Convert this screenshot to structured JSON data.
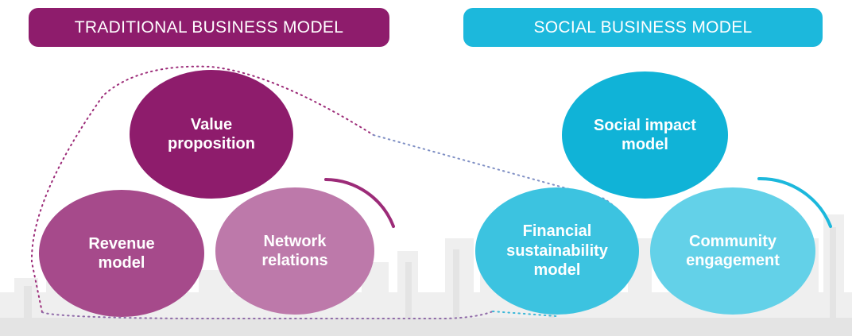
{
  "traditional": {
    "header": "TRADITIONAL BUSINESS MODEL",
    "circles": {
      "value": {
        "line1": "Value",
        "line2": "proposition"
      },
      "revenue": {
        "line1": "Revenue",
        "line2": "model"
      },
      "network": {
        "line1": "Network",
        "line2": "relations"
      }
    }
  },
  "social": {
    "header": "SOCIAL BUSINESS MODEL",
    "circles": {
      "impact": {
        "line1": "Social impact",
        "line2": "model"
      },
      "financial": {
        "line1": "Financial",
        "line2": "sustainability",
        "line3": "model"
      },
      "community": {
        "line1": "Community",
        "line2": "engagement"
      }
    }
  },
  "colors": {
    "trad_dark": "#8e1c6c",
    "trad_mid": "#a64a8b",
    "trad_light": "#bd79aa",
    "social_dark": "#10b3d7",
    "social_mid": "#3cc3e0",
    "social_light": "#63d1e8",
    "skyline": "#ececec"
  }
}
